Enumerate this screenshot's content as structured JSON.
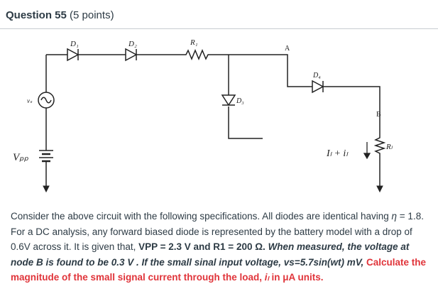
{
  "question": {
    "title": "Question 55",
    "points": "(5 points)"
  },
  "circuit": {
    "labels": {
      "d1": "D₁",
      "d2": "D₂",
      "r1": "R₁",
      "a": "A",
      "d4": "D₄",
      "d3": "D₃",
      "b": "B",
      "rl": "Rₗ",
      "vs": "vₛ",
      "vpp": "Vₚₚ",
      "current": "Iₗ + iₗ"
    }
  },
  "body": {
    "p1": "Consider the above circuit with the following specifications. All diodes are identical having ",
    "eta": "η",
    "p2": " = 1.8. For a DC analysis, any forward biased diode is represented by the battery model with a drop of 0.6V across it. It is given that, ",
    "vpp": "VPP = 2.3 V",
    "and": " and ",
    "r1": "R1 = 200 Ω.",
    "p3": "When measured, the voltage at node B is found to be 0.3 V . If the small sinal input voltage, vs=5.7sin(wt) mV,",
    "p4": "Calculate the magnitude of the small signal current through the load, ",
    "il": "iₗ",
    "p5": " in μA units."
  }
}
